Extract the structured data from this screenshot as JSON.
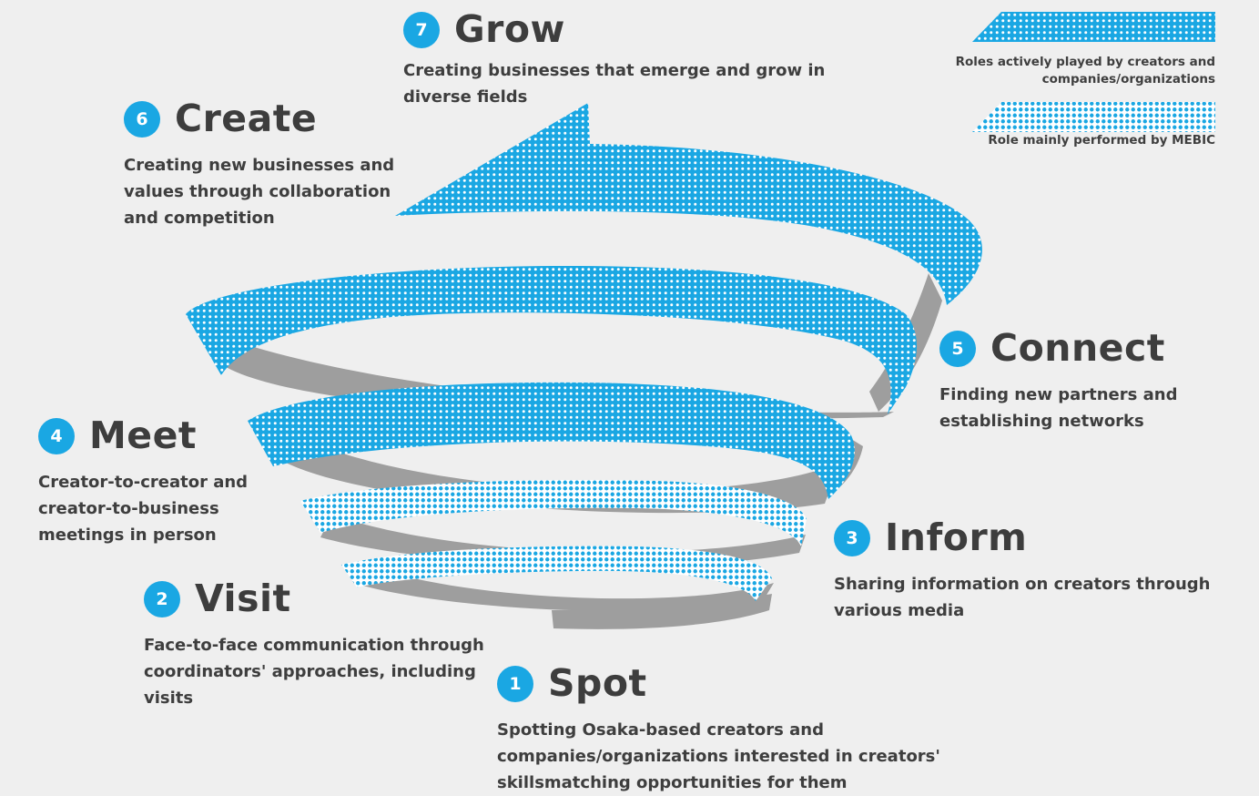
{
  "legend": {
    "active_label": "Roles actively played by creators and companies/organizations",
    "mebic_label": "Role mainly performed by MEBIC",
    "active_color": "#1aa7e3",
    "mebic_color": "#1aa7e3"
  },
  "steps": [
    {
      "number": "1",
      "title": "Spot",
      "description": "Spotting Osaka-based creators and companies/organizations interested in creators' skillsmatching opportunities for them"
    },
    {
      "number": "2",
      "title": "Visit",
      "description": "Face-to-face communication through coordinators' approaches, including visits"
    },
    {
      "number": "3",
      "title": "Inform",
      "description": "Sharing information on creators through various media"
    },
    {
      "number": "4",
      "title": "Meet",
      "description": "Creator-to-creator and creator-to-business meetings in person"
    },
    {
      "number": "5",
      "title": "Connect",
      "description": "Finding new partners and establishing networks"
    },
    {
      "number": "6",
      "title": "Create",
      "description": "Creating new businesses and values through collaboration and competition"
    },
    {
      "number": "7",
      "title": "Grow",
      "description": "Creating businesses that emerge and grow in diverse fields"
    }
  ],
  "colors": {
    "accent": "#1aa7e3",
    "ribbon_back": "#9e9e9e",
    "background": "#efefef"
  }
}
